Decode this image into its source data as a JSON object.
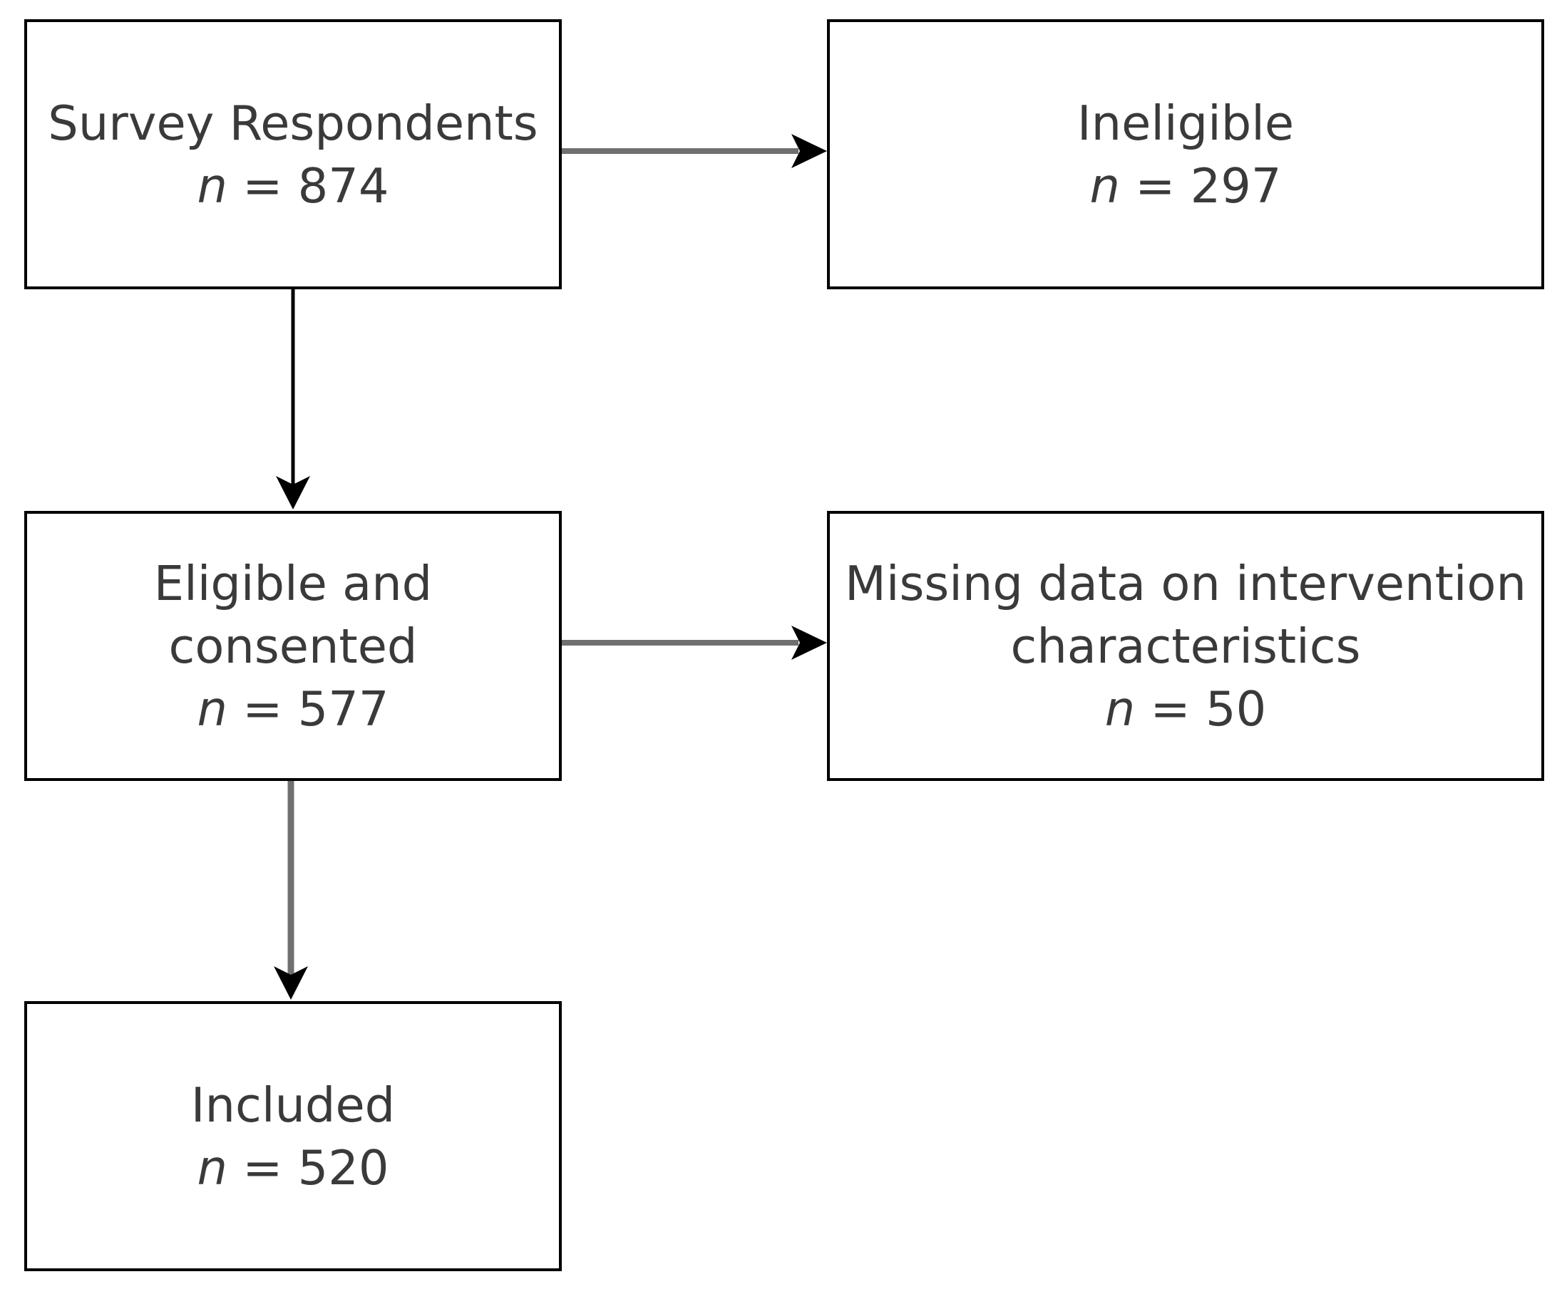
{
  "boxes": {
    "respondents": {
      "label": "Survey Respondents",
      "n_symbol": "n",
      "equals": " = ",
      "count": "874"
    },
    "ineligible": {
      "label": "Ineligible",
      "n_symbol": "n",
      "equals": " = ",
      "count": "297"
    },
    "eligible": {
      "label_line1": "Eligible and",
      "label_line2": "consented",
      "n_symbol": "n",
      "equals": " = ",
      "count": "577"
    },
    "missing": {
      "label_line1": "Missing data on intervention",
      "label_line2": "characteristics",
      "n_symbol": "n",
      "equals": " = ",
      "count": "50"
    },
    "included": {
      "label": "Included",
      "n_symbol": "n",
      "equals": " = ",
      "count": "520"
    }
  },
  "colors": {
    "border": "#000000",
    "text": "#3a3a3a",
    "arrow_black": "#000000",
    "arrow_gray": "#707070"
  }
}
